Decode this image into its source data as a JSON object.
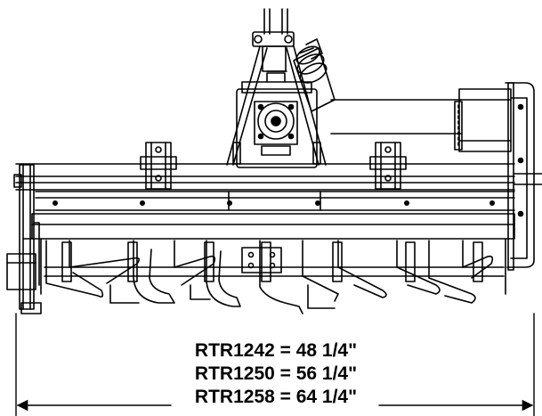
{
  "dimensions": {
    "lines": [
      "RTR1242 = 48 1/4\"",
      "RTR1250 = 56 1/4\"",
      "RTR1258 = 64 1/4\""
    ]
  }
}
